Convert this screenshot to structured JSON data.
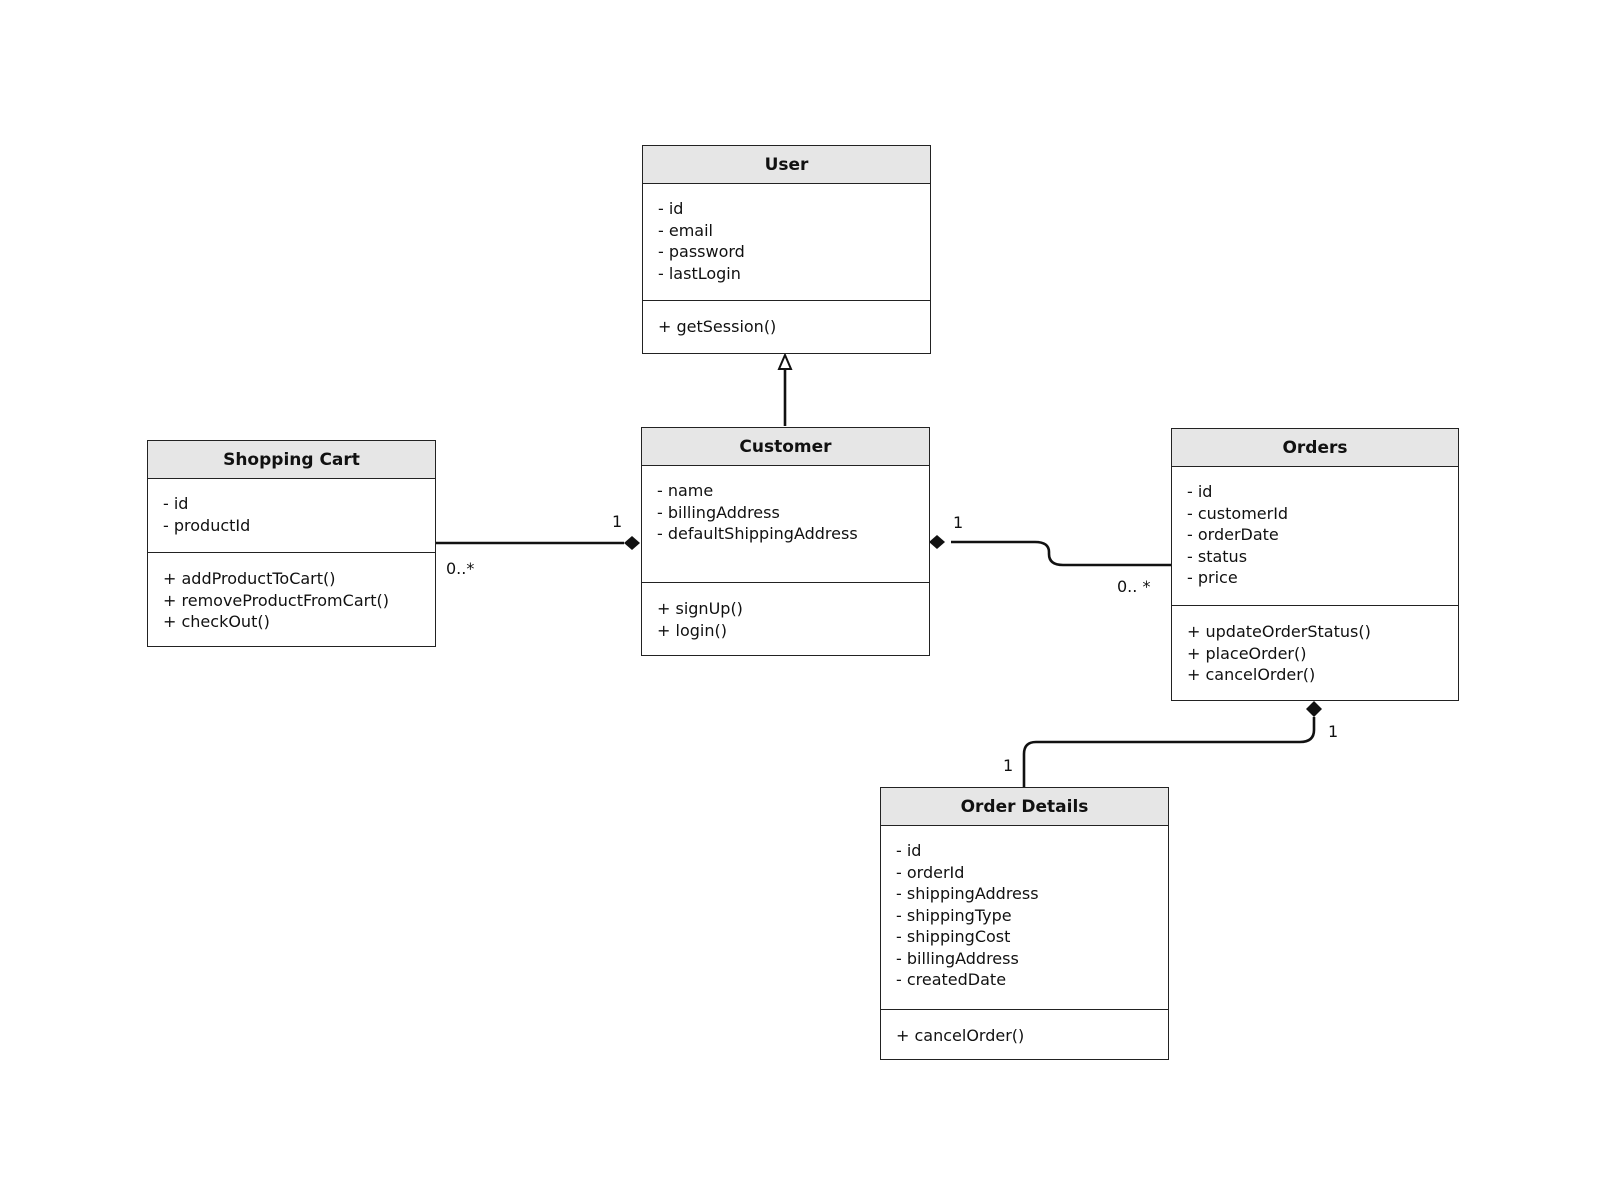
{
  "diagram": {
    "classes": [
      {
        "key": "user",
        "name": "User",
        "attributes": [
          "- id",
          "- email",
          "- password",
          "- lastLogin"
        ],
        "operations": [
          "+ getSession()"
        ]
      },
      {
        "key": "customer",
        "name": "Customer",
        "attributes": [
          "- name",
          "- billingAddress",
          "- defaultShippingAddress"
        ],
        "operations": [
          "+ signUp()",
          "+ login()"
        ]
      },
      {
        "key": "shopping-cart",
        "name": "Shopping Cart",
        "attributes": [
          "- id",
          "- productId"
        ],
        "operations": [
          "+ addProductToCart()",
          "+ removeProductFromCart()",
          "+ checkOut()"
        ]
      },
      {
        "key": "orders",
        "name": "Orders",
        "attributes": [
          "- id",
          "- customerId",
          "- orderDate",
          "- status",
          "- price"
        ],
        "operations": [
          "+ updateOrderStatus()",
          "+ placeOrder()",
          "+ cancelOrder()"
        ]
      },
      {
        "key": "order-details",
        "name": "Order Details",
        "attributes": [
          "- id",
          "- orderId",
          "- shippingAddress",
          "- shippingType",
          "- shippingCost",
          "- billingAddress",
          "- createdDate"
        ],
        "operations": [
          "+ cancelOrder()"
        ]
      }
    ],
    "relationships": [
      {
        "type": "generalization",
        "from": "Customer",
        "to": "User"
      },
      {
        "type": "composition",
        "whole": "Customer",
        "part": "Shopping Cart",
        "whole_multiplicity": "1",
        "part_multiplicity": "0..*"
      },
      {
        "type": "composition",
        "whole": "Customer",
        "part": "Orders",
        "whole_multiplicity": "1",
        "part_multiplicity": "0.. *"
      },
      {
        "type": "composition",
        "whole": "Orders",
        "part": "Order Details",
        "whole_multiplicity": "1",
        "part_multiplicity": "1"
      }
    ]
  }
}
